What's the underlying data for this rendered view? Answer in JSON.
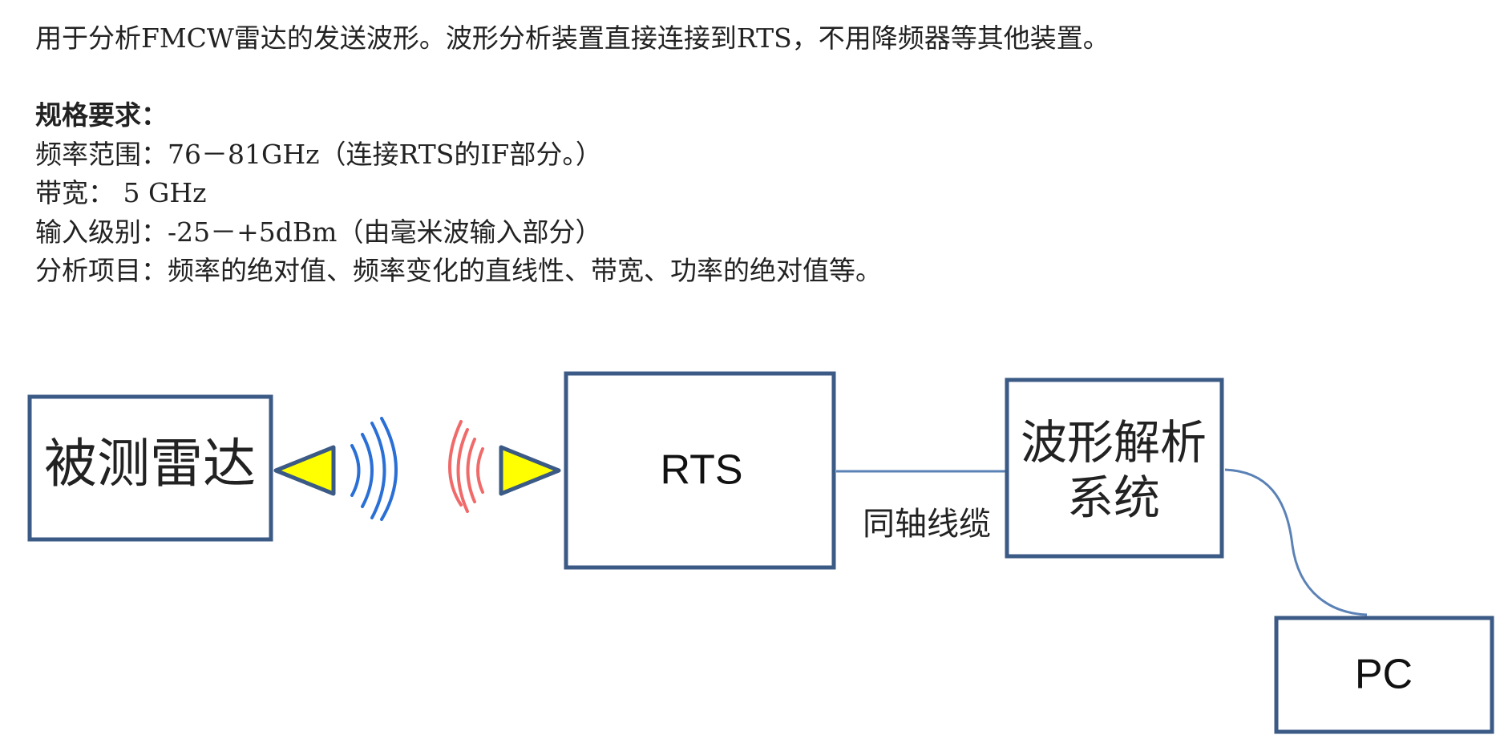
{
  "intro_text": "用于分析FMCW雷达的发送波形。波形分析装置直接连接到RTS，不用降频器等其他装置。",
  "specs": {
    "heading": "规格要求：",
    "lines": [
      "频率范围：76－81GHz（连接RTS的IF部分。）",
      "带宽： 5 GHz",
      "输入级别：-25－+5dBm（由毫米波输入部分）",
      "分析项目：频率的绝对值、频率变化的直线性、带宽、功率的绝对值等。"
    ]
  },
  "diagram": {
    "radar_label": "被测雷达",
    "rts_label": "RTS",
    "analyzer_label_line1": "波形解析",
    "analyzer_label_line2": "系统",
    "pc_label": "PC",
    "cable_label": "同轴线缆"
  },
  "colors": {
    "box_border": "#3b5a85",
    "connection_line": "#5b82b6",
    "antenna_fill": "#ffff00",
    "wave_blue": "#2a6fd6",
    "wave_red": "#f06a6a",
    "text": "#222222"
  }
}
